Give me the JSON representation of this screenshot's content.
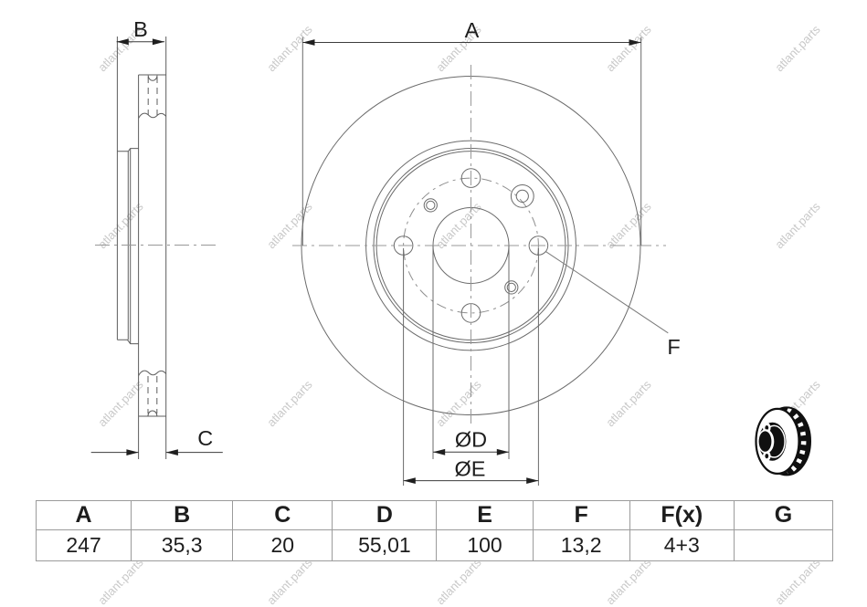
{
  "watermark": {
    "text": "atlant.parts"
  },
  "diagram": {
    "dim_labels": {
      "a": "A",
      "b": "B",
      "c": "C",
      "f": "F",
      "od": "ØD",
      "oe": "ØE"
    }
  },
  "table": {
    "columns": [
      {
        "header": "A",
        "value": "247"
      },
      {
        "header": "B",
        "value": "35,3"
      },
      {
        "header": "C",
        "value": "20"
      },
      {
        "header": "D",
        "value": "55,01"
      },
      {
        "header": "E",
        "value": "100"
      },
      {
        "header": "F",
        "value": "13,2"
      },
      {
        "header": "F(x)",
        "value": "4+3"
      },
      {
        "header": "G",
        "value": ""
      }
    ]
  }
}
